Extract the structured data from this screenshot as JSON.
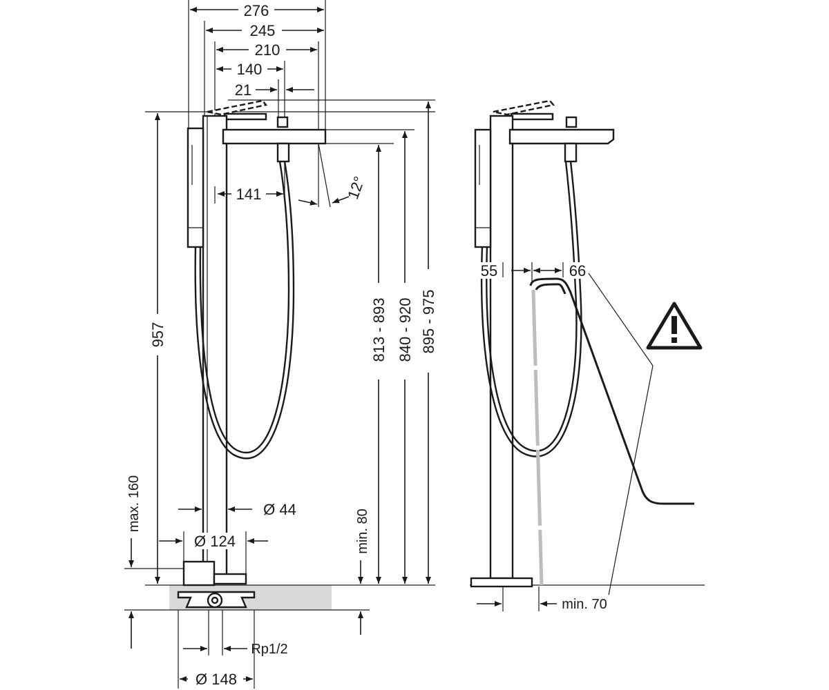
{
  "dimensions": {
    "top": [
      "276",
      "245",
      "210",
      "140",
      "21"
    ],
    "spout_depth": "141",
    "spout_angle": "12°",
    "total_height": "957",
    "spout_ranges": [
      "813 - 893",
      "840 - 920",
      "895 - 975"
    ],
    "max_depth": "max. 160",
    "min_floor": "min. 80",
    "column_dia": "Ø 44",
    "base_dia": "Ø 124",
    "flange_dia": "Ø 148",
    "connection": "Rp1/2",
    "side_55": "55",
    "side_66": "66",
    "tub_min": "min. 70"
  },
  "warning": {
    "icon": "warning-triangle-icon"
  },
  "colors": {
    "line": "#1a1a1a",
    "floor": "#d9d9d9",
    "tub_line": "#bdbdbd"
  }
}
